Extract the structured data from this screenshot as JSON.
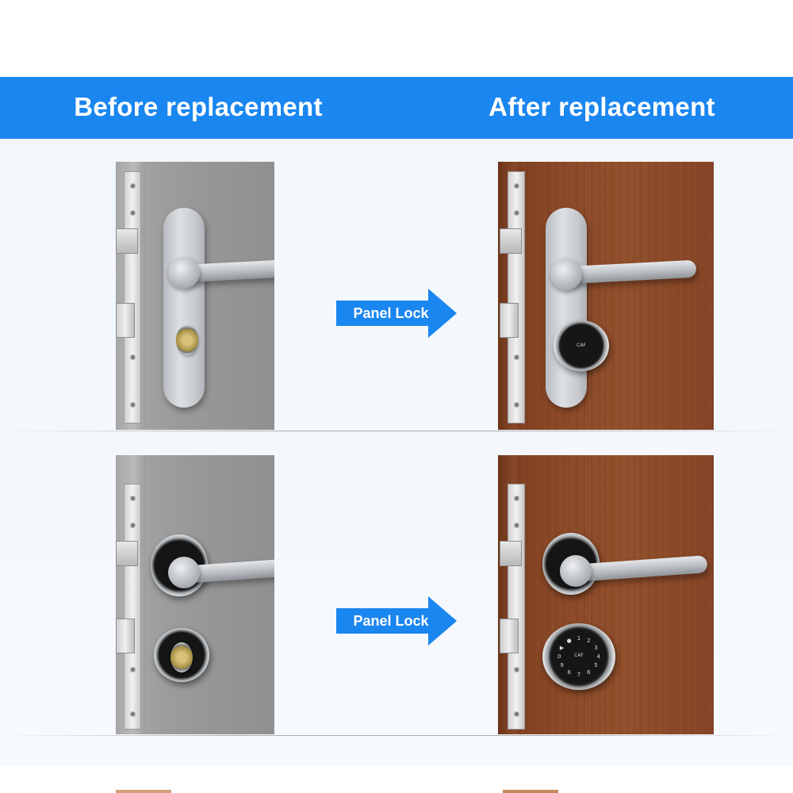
{
  "header": {
    "left_title": "Before replacement",
    "right_title": "After replacement"
  },
  "arrows": [
    {
      "label": "Panel Lock"
    },
    {
      "label": "Panel Lock"
    }
  ],
  "knob": {
    "brand": "CAF",
    "digits": [
      "1",
      "2",
      "3",
      "4",
      "5",
      "6",
      "7",
      "8",
      "9",
      "0",
      "▶",
      "●"
    ]
  },
  "colors": {
    "accent": "#1a86f0",
    "grey_door": "#9a9a9a",
    "wood_door": "#8d4a28"
  }
}
